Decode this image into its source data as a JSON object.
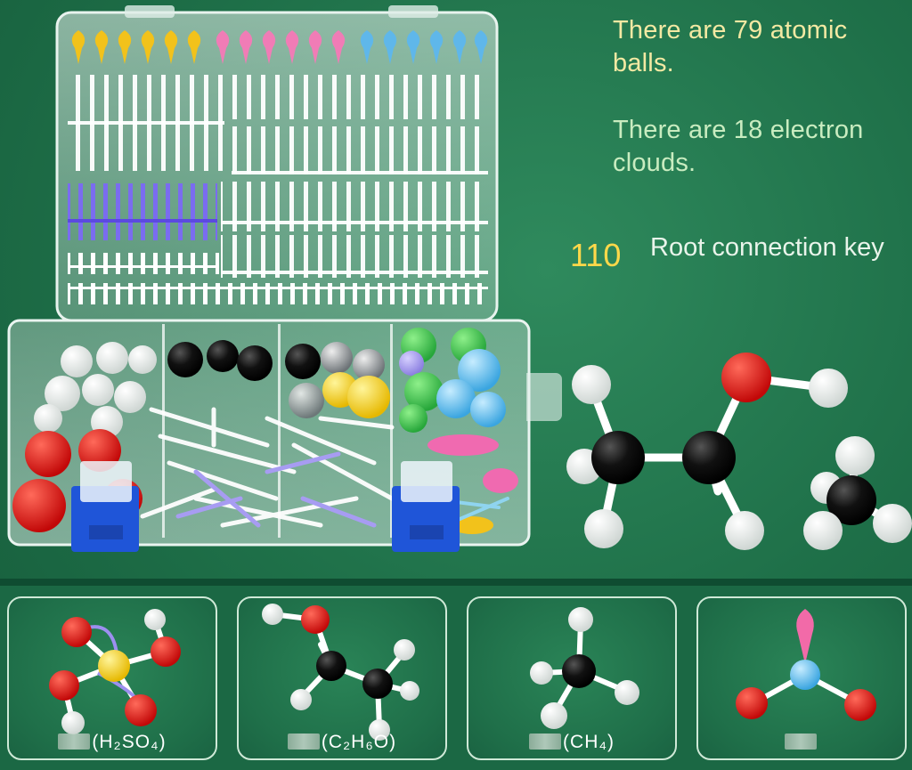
{
  "captions": {
    "atomic_balls": "There are 79 atomic balls.",
    "electron_clouds": "There are 18 electron clouds.",
    "root_count": "110",
    "root_label": "Root connection key"
  },
  "panels": [
    {
      "formula": "(H₂SO₄)"
    },
    {
      "formula": "(C₂H₆O)"
    },
    {
      "formula": "(CH₄)"
    },
    {
      "formula": ""
    }
  ],
  "colors": {
    "background": "#1e6f48",
    "caption_yellow": "#f3e9a3",
    "root_count": "#ffd84a",
    "oxygen_red": "#e01414",
    "carbon_black": "#111111",
    "hydrogen_white": "#f4f4f4",
    "sulfur_yellow": "#f5e13a",
    "boron_blue": "#7fc6ee",
    "electron_cloud_pink": "#f26aa8"
  }
}
